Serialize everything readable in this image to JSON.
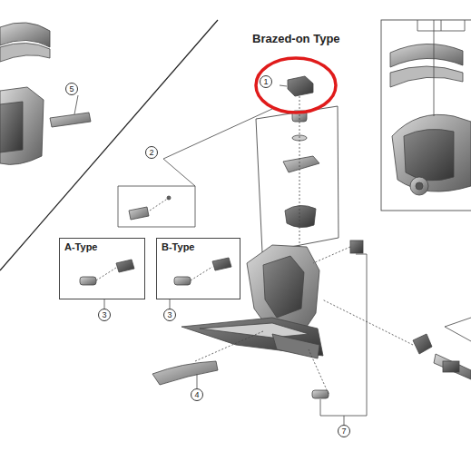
{
  "diagram": {
    "nodes": [
      {
        "text": [
          "Brazed-on Type"
        ]
      },
      {
        "text": [
          "A-Type"
        ]
      },
      {
        "text": [
          "B-Type"
        ]
      }
    ],
    "labels": [
      "1",
      "2",
      "3",
      "3",
      "4",
      "5",
      "7"
    ]
  }
}
